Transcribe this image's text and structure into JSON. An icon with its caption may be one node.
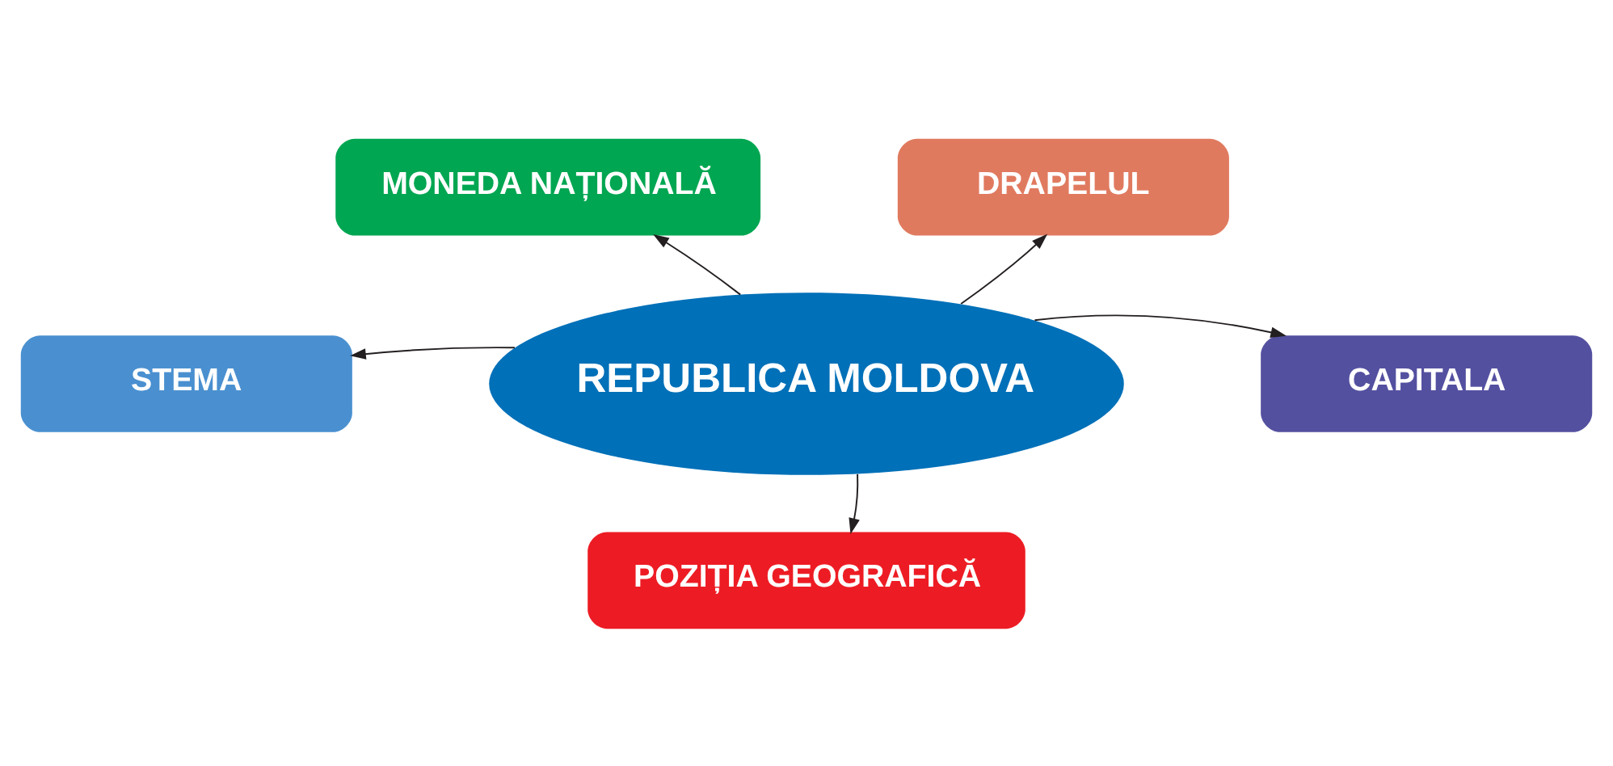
{
  "diagram": {
    "nodes": [
      {
        "text": [
          "MONEDA NAȚIONALĂ"
        ]
      },
      {
        "text": [
          "DRAPELUL"
        ]
      },
      {
        "text": [
          "REPUBLICA MOLDOVA"
        ]
      },
      {
        "text": [
          "STEMA"
        ]
      },
      {
        "text": [
          "CAPITALA"
        ]
      },
      {
        "text": [
          "POZIȚIA GEOGRAFICĂ"
        ]
      }
    ],
    "edges": [
      {
        "from": 2,
        "to": 0,
        "arrow": "to"
      },
      {
        "from": 2,
        "to": 1,
        "arrow": "to"
      },
      {
        "from": 2,
        "to": 3,
        "arrow": "to"
      },
      {
        "from": 2,
        "to": 4,
        "arrow": "to"
      },
      {
        "from": 2,
        "to": 5,
        "arrow": "to"
      }
    ]
  }
}
